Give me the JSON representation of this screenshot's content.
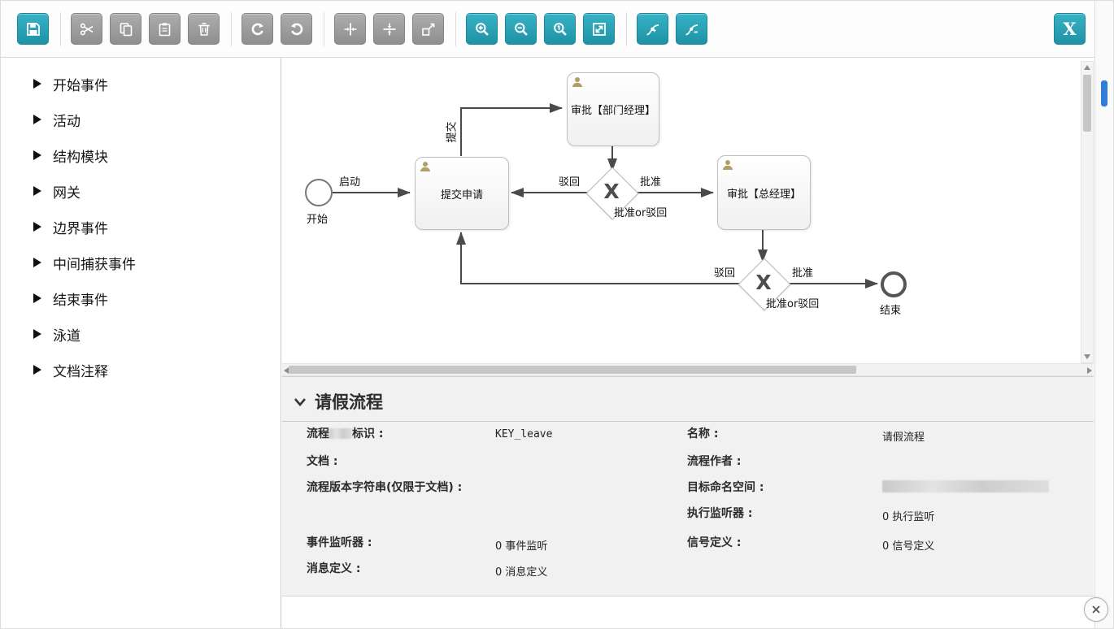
{
  "toolbar": {
    "close_label": "X",
    "buttons": [
      "save",
      "cut",
      "copy",
      "paste",
      "delete",
      "redo",
      "undo",
      "align-horizontal",
      "align-vertical",
      "resize",
      "zoom-in",
      "zoom-out",
      "zoom-actual",
      "zoom-fit",
      "add-bendpoint",
      "remove-bendpoint",
      "close-editor"
    ]
  },
  "icons": {
    "save-icon": "floppy-disk",
    "cut-icon": "scissors",
    "copy-icon": "two-pages",
    "paste-icon": "clipboard",
    "delete-icon": "trash-can",
    "redo-icon": "arrow-clockwise",
    "undo-icon": "arrow-counterclockwise",
    "zoom-in-icon": "magnifier-plus",
    "zoom-out-icon": "magnifier-minus",
    "zoom-actual-icon": "magnifier-one",
    "zoom-fit-icon": "box-diagonal-arrow",
    "close-icon": "x-mark"
  },
  "palette": {
    "items": [
      {
        "label": "开始事件"
      },
      {
        "label": "活动"
      },
      {
        "label": "结构模块"
      },
      {
        "label": "网关"
      },
      {
        "label": "边界事件"
      },
      {
        "label": "中间捕获事件"
      },
      {
        "label": "结束事件"
      },
      {
        "label": "泳道"
      },
      {
        "label": "文档注释"
      }
    ]
  },
  "canvas": {
    "diagram": {
      "start": {
        "label": "开始"
      },
      "end": {
        "label": "结束"
      },
      "tasks": {
        "submit": {
          "label": "提交申请"
        },
        "dept_manager": {
          "label": "审批【部门经理】"
        },
        "general_manager": {
          "label": "审批【总经理】"
        }
      },
      "gateways": {
        "marker": "X",
        "gw1": {
          "label": "批准or驳回"
        },
        "gw2": {
          "label": "批准or驳回"
        }
      },
      "flows": {
        "launch": "启动",
        "submit": "提交",
        "gw1_reject": "驳回",
        "gw1_approve": "批准",
        "gw2_reject": "驳回",
        "gw2_approve": "批准"
      }
    }
  },
  "properties": {
    "title": "请假流程",
    "left": [
      {
        "label_pre": "流程",
        "label_post": "标识 :",
        "value": "KEY_leave"
      },
      {
        "label": "文档 :",
        "value": ""
      },
      {
        "label": "流程版本字符串(仅限于文档) :",
        "value": ""
      },
      {
        "label": "事件监听器 :",
        "value": "0 事件监听"
      },
      {
        "label": "消息定义 :",
        "value": "0 消息定义"
      }
    ],
    "right": [
      {
        "label": "名称 :",
        "value": "请假流程"
      },
      {
        "label": "流程作者 :",
        "value": ""
      },
      {
        "label": "目标命名空间 :",
        "value": ""
      },
      {
        "label": "执行监听器 :",
        "value": "0 执行监听"
      },
      {
        "label": "信号定义 :",
        "value": "0 信号定义"
      }
    ]
  }
}
